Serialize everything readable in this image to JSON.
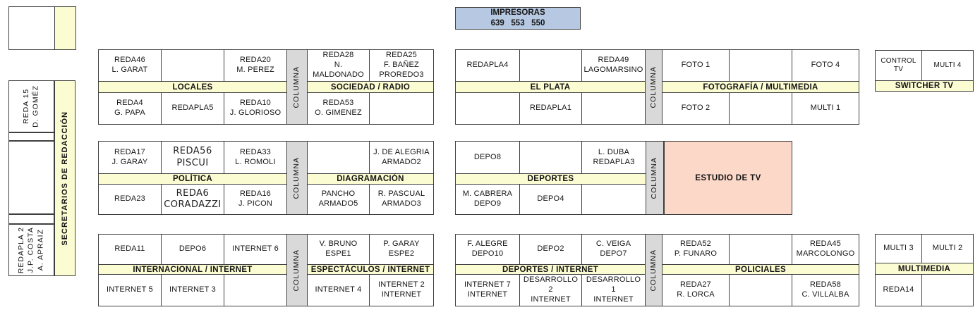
{
  "colors": {
    "header_yellow": "#fcfcd2",
    "column_gray": "#d9d9d9",
    "studio_pink": "#fbd8c7",
    "printers_blue": "#b7c9e2",
    "border": "#3f3f3f"
  },
  "labels": {
    "columna": "COLUMNA"
  },
  "printers": {
    "title": "IMPRESORAS",
    "numbers": "639   553   550"
  },
  "left": {
    "reda15": "REDA 15\nD. GOMÉZ",
    "secretarios": "SECRETARIOS DE REDACCIÓN",
    "redapla2": "REDAPLA 2\nJ.P. COSTA\nA. APRAIZ"
  },
  "estudio": "ESTUDIO DE TV",
  "zoneA": {
    "r1": {
      "lt": [
        "REDA46\nL. GARAT",
        "",
        "REDA20\nM. PEREZ"
      ],
      "lh": "LOCALES",
      "lb": [
        "REDA4\nG. PAPA",
        "REDAPLA5",
        "REDA10\nJ. GLORIOSO"
      ],
      "rt": [
        "REDA28\nN. MALDONADO",
        "REDA25\nF. BAÑEZ\nPROREDO3"
      ],
      "rh": "SOCIEDAD / RADIO",
      "rb": [
        "REDA53\nO. GIMENEZ",
        ""
      ]
    },
    "r2": {
      "lt": [
        "REDA17\nJ. GARAY",
        "REDA56\nPISCUI",
        "REDA33\nL. ROMOLI"
      ],
      "lh": "POLÍTICA",
      "lb": [
        "REDA23",
        "REDA6\nCORADAZZI",
        "REDA16\nJ. PICON"
      ],
      "rt": [
        "",
        "J. DE ALEGRIA\nARMADO2"
      ],
      "rh": "DIAGRAMACIÓN",
      "rb": [
        "PANCHO\nARMADO5",
        "R. PASCUAL\nARMADO3"
      ]
    },
    "r3": {
      "lt": [
        "REDA11",
        "DEPO6",
        "INTERNET 6"
      ],
      "lh": "INTERNACIONAL / INTERNET",
      "lb": [
        "INTERNET 5",
        "INTERNET 3",
        ""
      ],
      "rt": [
        "V. BRUNO\nESPE1",
        "P. GARAY\nESPE2"
      ],
      "rh": "ESPECTÁCULOS / INTERNET",
      "rb": [
        "INTERNET 4",
        "INTERNET 2\nINTERNET"
      ]
    }
  },
  "zoneB": {
    "r1": {
      "lt": [
        "REDAPLA4",
        "",
        "REDA49\nLAGOMARSINO"
      ],
      "lh": "EL PLATA",
      "lb": [
        "",
        "REDAPLA1",
        ""
      ],
      "rt": [
        "FOTO 1",
        "",
        "FOTO 4"
      ],
      "rh": "FOTOGRAFÍA / MULTIMEDIA",
      "rb": [
        "FOTO 2",
        "",
        "MULTI 1"
      ]
    },
    "r2": {
      "lt": [
        "DEPO8",
        "",
        "L. DUBA\nREDAPLA3"
      ],
      "lh": "DEPORTES",
      "lb": [
        "M. CABRERA\nDEPO9",
        "DEPO4",
        ""
      ]
    },
    "r3": {
      "lt": [
        "F. ALEGRE\nDEPO10",
        "DEPO2",
        "C. VEIGA\nDEPO7"
      ],
      "lh": "DEPORTES / INTERNET",
      "lb": [
        "INTERNET 7\nINTERNET",
        "DESARROLLO 2\nINTERNET",
        "DESARROLLO 1\nINTERNET"
      ],
      "rt": [
        "REDA52\nP. FUNARO",
        "",
        "REDA45\nMARCOLONGO"
      ],
      "rh": "POLICIALES",
      "rb": [
        "REDA27\nR. LORCA",
        "",
        "REDA58\nC. VILLALBA"
      ]
    }
  },
  "zoneC": {
    "top": {
      "cells": [
        "CONTROL TV",
        "MULTI 4"
      ],
      "header": "SWITCHER TV"
    },
    "bottom": {
      "t": [
        "MULTI 3",
        "MULTI 2"
      ],
      "header": "MULTIMEDIA",
      "b": [
        "REDA14",
        ""
      ]
    }
  }
}
